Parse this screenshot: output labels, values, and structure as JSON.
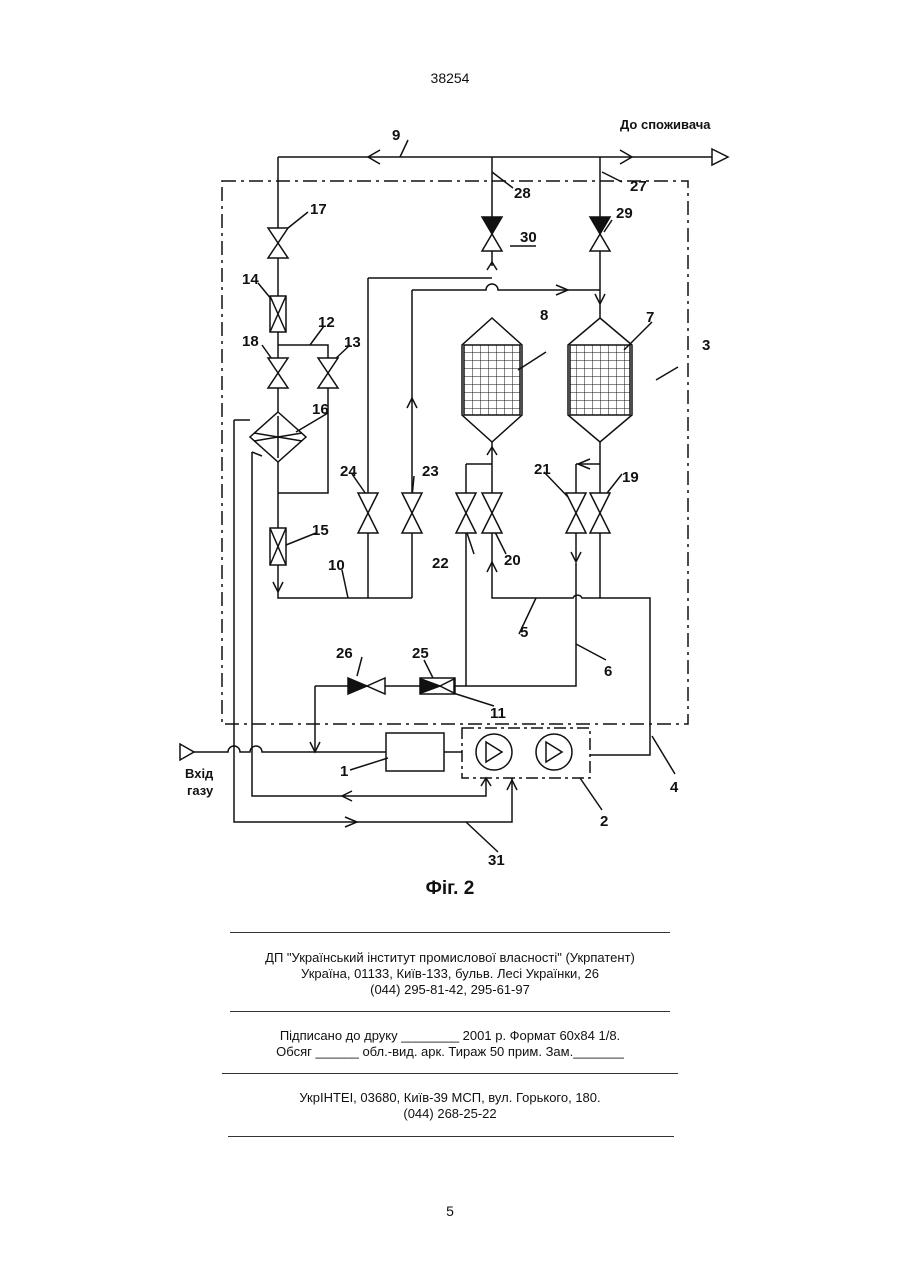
{
  "header": {
    "doc_number": "38254"
  },
  "figure": {
    "caption": "Фіг. 2",
    "outlet_label": "До споживача",
    "inlet_label_line1": "Вхід",
    "inlet_label_line2": "газу",
    "refs": {
      "r1": "1",
      "r2": "2",
      "r3": "3",
      "r4": "4",
      "r5": "5",
      "r6": "6",
      "r7": "7",
      "r8": "8",
      "r9": "9",
      "r10": "10",
      "r11": "11",
      "r12": "12",
      "r13": "13",
      "r14": "14",
      "r15": "15",
      "r16": "16",
      "r17": "17",
      "r18": "18",
      "r19": "19",
      "r20": "20",
      "r21": "21",
      "r22": "22",
      "r23": "23",
      "r24": "24",
      "r25": "25",
      "r26": "26",
      "r27": "27",
      "r28": "28",
      "r29": "29",
      "r30": "30",
      "r31": "31"
    }
  },
  "imprint": {
    "block1": {
      "line1": "ДП \"Український інститут промислової власності\" (Укрпатент)",
      "line2": "Україна, 01133, Київ-133, бульв. Лесі Українки, 26",
      "line3": "(044) 295-81-42, 295-61-97"
    },
    "block2": {
      "line1": "Підписано до друку ________ 2001 р.    Формат 60х84 1/8.",
      "line2": "Обсяг ______ обл.-вид. арк.   Тираж 50 прим.    Зам._______"
    },
    "block3": {
      "line1": "УкрІНТЕІ, 03680, Київ-39 МСП, вул. Горького, 180.",
      "line2": "(044) 268-25-22"
    }
  },
  "footer": {
    "page_number": "5"
  }
}
